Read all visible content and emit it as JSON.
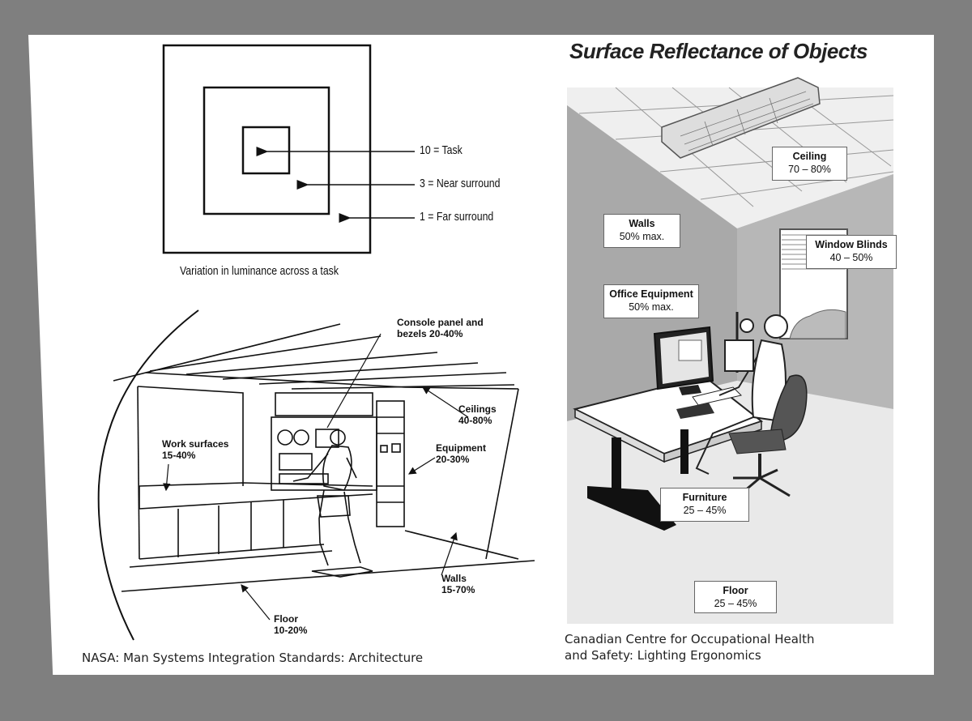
{
  "luminance": {
    "task": "10 = Task",
    "near": "3 = Near surround",
    "far": "1 = Far surround",
    "caption": "Variation in luminance across a task"
  },
  "nasa": {
    "console": "Console panel and bezels 20-40%",
    "work_surfaces": "Work surfaces 15-40%",
    "ceilings": "Ceilings 40-80%",
    "equipment": "Equipment 20-30%",
    "walls": "Walls 15-70%",
    "floor": "Floor 10-20%",
    "source": "NASA: Man Systems Integration Standards: Architecture"
  },
  "ccohs": {
    "title": "Surface Reflectance of Objects",
    "ceiling": {
      "name": "Ceiling",
      "value": "70 – 80%"
    },
    "walls": {
      "name": "Walls",
      "value": "50% max."
    },
    "window_blinds": {
      "name": "Window Blinds",
      "value": "40 – 50%"
    },
    "office_equipment": {
      "name": "Office Equipment",
      "value": "50% max."
    },
    "furniture": {
      "name": "Furniture",
      "value": "25 – 45%"
    },
    "floor": {
      "name": "Floor",
      "value": "25 – 45%"
    },
    "source": "Canadian Centre for Occupational Health and Safety: Lighting Ergonomics"
  }
}
